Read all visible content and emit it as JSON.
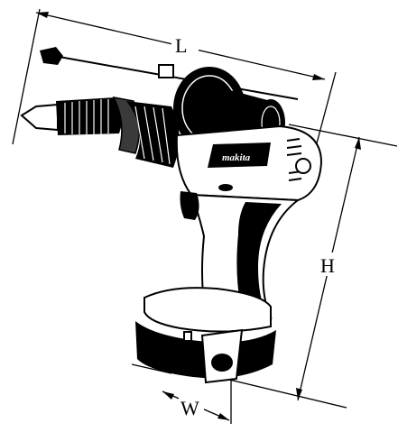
{
  "diagram": {
    "labels": {
      "length": "L",
      "height": "H",
      "width": "W"
    },
    "brand": "makita",
    "colors": {
      "line": "#000000",
      "body": "#ffffff",
      "dark": "#000000",
      "grey": "#3a3a3a"
    }
  }
}
